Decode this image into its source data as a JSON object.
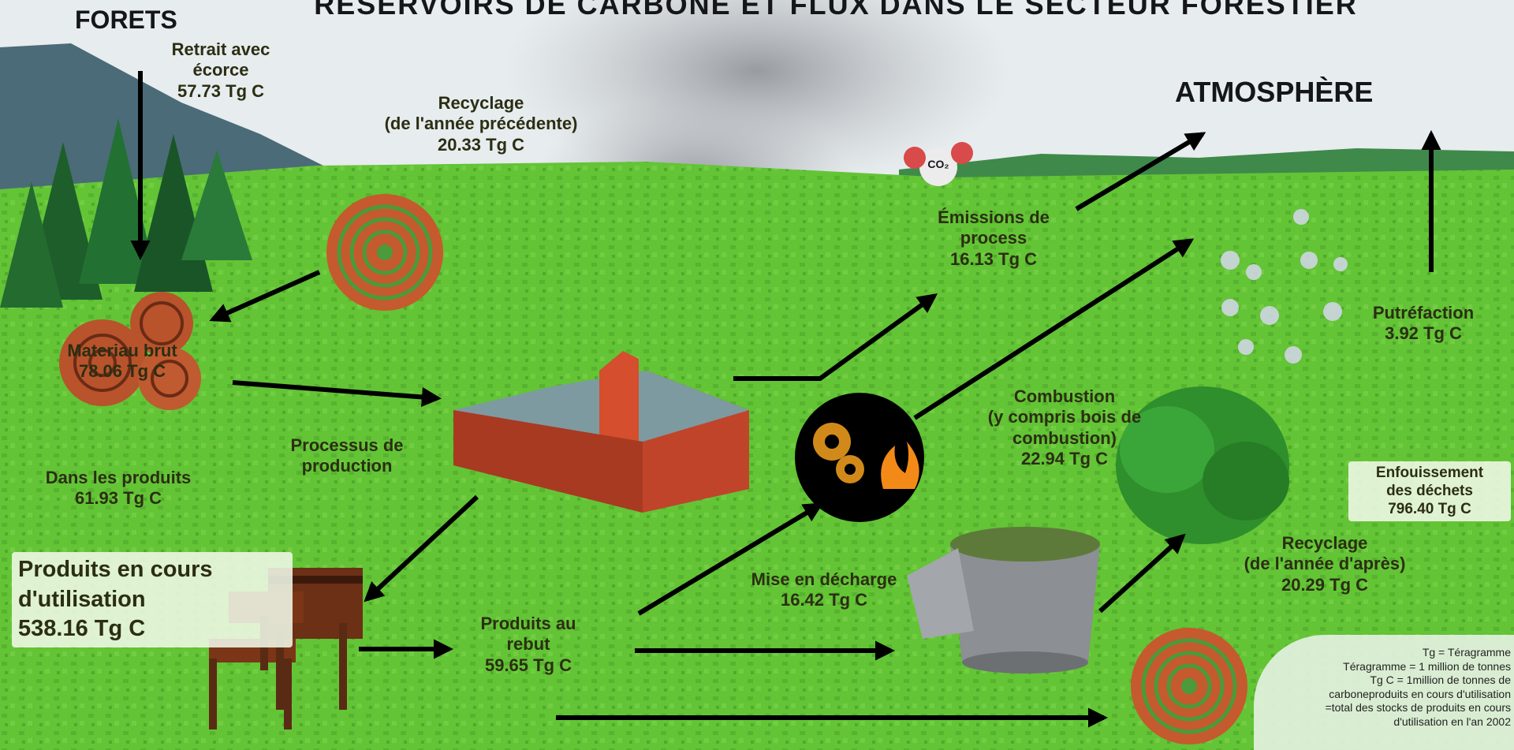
{
  "title": "RÉSERVOIRS DE CARBONE ET FLUX DANS LE SECTEUR FORESTIER",
  "labels": {
    "forets": "FORETS",
    "atmosphere": "ATMOSPHÈRE",
    "retrait": "Retrait avec\nécorce\n57.73 Tg C",
    "recyclage_prec": "Recyclage\n(de l'année précédente)\n20.33 Tg C",
    "materiau": "Materiau brut\n78.06 Tg C",
    "processus": "Processus de\nproduction",
    "dans_produits": "Dans les produits\n61.93 Tg C",
    "produits_cours": "Produits en cours\nd'utilisation\n538.16 Tg C",
    "produits_rebut": "Produits au\nrebut\n59.65 Tg C",
    "emissions": "Émissions de\nprocess\n16.13 Tg C",
    "combustion": "Combustion\n(y compris bois de\ncombustion)\n22.94 Tg C",
    "mise_decharge": "Mise en décharge\n16.42 Tg C",
    "putrefaction": "Putréfaction\n3.92 Tg C",
    "enfouissement": "Enfouissement\ndes déchets\n796.40 Tg C",
    "recyclage_apres": "Recyclage\n(de l'année d'après)\n20.29 Tg C",
    "co2": "CO₂"
  },
  "legend": {
    "line1": "Tg = Téragramme",
    "line2": "Téragramme = 1 million de tonnes",
    "line3": "Tg C = 1million de tonnes de",
    "line4": "carboneproduits en cours d'utilisation",
    "line5": "=total des stocks de produits en cours",
    "line6": "d'utilisation en l'an 2002"
  },
  "icons": {
    "forest": "forest-icon",
    "factory": "factory-icon",
    "gears_fire": "gears-fire-icon",
    "chairs": "chairs-icon",
    "landfill": "landfill-bin-icon",
    "log_rings": "log-rings-icon",
    "shrub": "shrub-icon"
  },
  "colors": {
    "grass": "#5fc233",
    "grass_dark": "#3d8f22",
    "sky": "#e8edf0",
    "mountain": "#4d6b7a",
    "arrow": "#000000",
    "factory": "#c0442a",
    "wood_ring": "#b8532c",
    "text": "#2b2e12"
  }
}
